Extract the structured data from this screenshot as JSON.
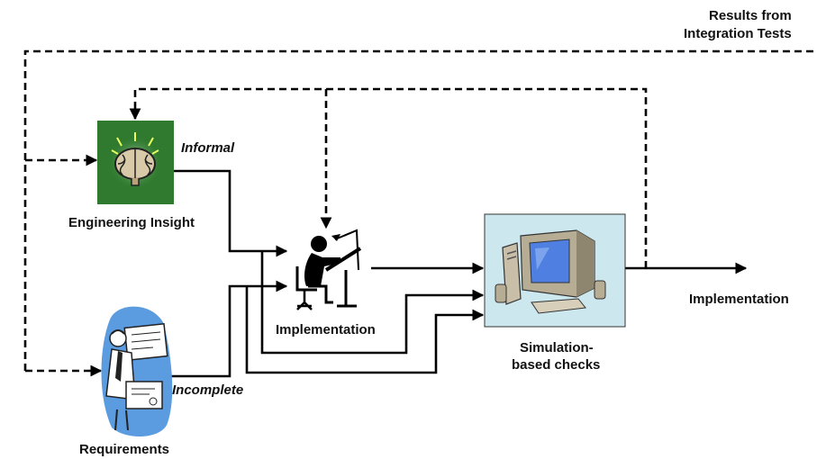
{
  "labels": {
    "results": [
      "Results from",
      "Integration Tests"
    ],
    "engineering_insight": "Engineering Insight",
    "informal": "Informal",
    "requirements": "Requirements",
    "incomplete": "Incomplete",
    "implementation_center": "Implementation",
    "simulation": [
      "Simulation-",
      "based checks"
    ],
    "implementation_out": "Implementation"
  },
  "colors": {
    "insight_box": "#2f7a2f",
    "simulation_box": "#cde7ef",
    "requirements_blob": "#5b9be0",
    "monitor_screen": "#4f7fe0",
    "line": "#000000"
  },
  "icons": [
    "brain-icon",
    "drafting-person-icon",
    "computer-icon",
    "reading-man-icon"
  ]
}
